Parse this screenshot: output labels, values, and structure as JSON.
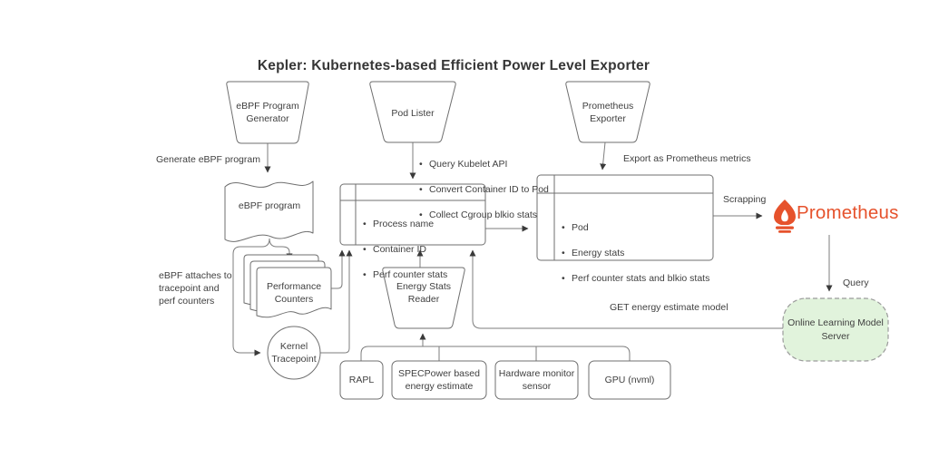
{
  "title": "Kepler: Kubernetes-based Efficient Power Level Exporter",
  "colors": {
    "background": "#ffffff",
    "shape_stroke": "#6f6f6f",
    "connector": "#7d7d7d",
    "text": "#3f3f3f",
    "prometheus_orange": "#E6522C",
    "server_fill": "#E1F3DC"
  },
  "nodes": {
    "ebpf_program_generator": {
      "label": "eBPF Program\nGenerator"
    },
    "pod_lister": {
      "label": "Pod Lister"
    },
    "prometheus_exporter": {
      "label": "Prometheus\nExporter"
    },
    "ebpf_program": {
      "label": "eBPF program"
    },
    "performance_counters": {
      "label": "Performance\nCounters"
    },
    "kernel_tracepoint": {
      "label": "Kernel\nTracepoint"
    },
    "process_stats_box": {
      "items": [
        "Process name",
        "Container ID",
        "Perf counter stats"
      ]
    },
    "pod_stats_box": {
      "items": [
        "Pod",
        "Energy stats",
        "Perf counter stats and blkio stats"
      ]
    },
    "energy_stats_reader": {
      "label": "Energy Stats\nReader"
    },
    "rapl": {
      "label": "RAPL"
    },
    "specpower": {
      "label": "SPECPower based\nenergy estimate"
    },
    "hardware_monitor": {
      "label": "Hardware monitor\nsensor"
    },
    "gpu": {
      "label": "GPU (nvml)"
    },
    "online_learning_model_server": {
      "label": "Online Learning Model\nServer"
    },
    "prometheus_logo": {
      "label": "Prometheus"
    }
  },
  "edge_labels": {
    "generate_ebpf_program": "Generate eBPF program",
    "ebpf_attaches": "eBPF attaches to\ntracepoint and\nperf counters",
    "pod_lister_notes": [
      "Query Kubelet API",
      "Convert Container ID to Pod",
      "Collect Cgroup blkio stats"
    ],
    "export_metrics": "Export as Prometheus metrics",
    "scrapping": "Scrapping",
    "query": "Query",
    "get_model": "GET energy estimate model"
  }
}
